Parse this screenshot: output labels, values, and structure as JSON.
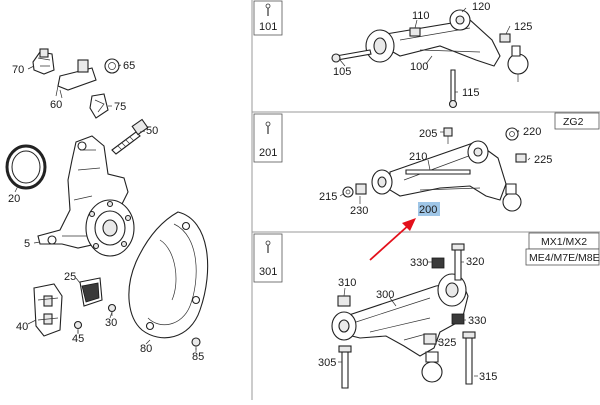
{
  "diagram": {
    "colors": {
      "line": "#222222",
      "frame": "#9a9a9a",
      "highlight": "#9fc6e7",
      "arrow": "#e3101b"
    },
    "left_callouts": [
      "70",
      "65",
      "60",
      "75",
      "50",
      "20",
      "5",
      "25",
      "40",
      "30",
      "45",
      "80",
      "85"
    ],
    "sections": [
      {
        "ref": "101",
        "callouts": [
          "110",
          "120",
          "125",
          "105",
          "100",
          "115"
        ]
      },
      {
        "ref": "201",
        "tag": "ZG2",
        "callouts": [
          "205",
          "220",
          "210",
          "225",
          "215",
          "230",
          "200"
        ]
      },
      {
        "ref": "301",
        "tags": [
          "MX1/MX2",
          "ME4/M7E/M8E"
        ],
        "callouts": [
          "310",
          "330",
          "320",
          "300",
          "330",
          "325",
          "305",
          "315"
        ]
      }
    ],
    "highlighted_callout": "200"
  }
}
